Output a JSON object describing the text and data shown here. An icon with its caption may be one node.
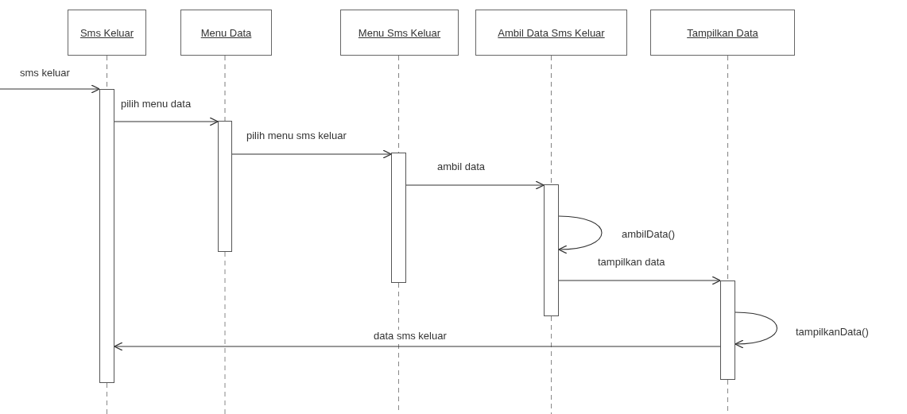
{
  "diagram": {
    "nodes": [
      {
        "text": [
          "Sms Keluar"
        ]
      },
      {
        "text": [
          "Menu Data"
        ]
      },
      {
        "text": [
          "Menu Sms Keluar"
        ]
      },
      {
        "text": [
          "Ambil Data Sms Keluar"
        ]
      },
      {
        "text": [
          "Tampilkan Data"
        ]
      },
      {
        "text": [],
        "shape": "bar"
      },
      {
        "text": [],
        "shape": "bar"
      },
      {
        "text": [],
        "shape": "bar"
      },
      {
        "text": [],
        "shape": "bar"
      },
      {
        "text": [],
        "shape": "bar"
      }
    ],
    "edges": [
      {
        "from": 0,
        "to": 5,
        "arrow": "none",
        "style": "dashed"
      },
      {
        "from": 1,
        "to": 6,
        "arrow": "none",
        "style": "dashed"
      },
      {
        "from": 2,
        "to": 7,
        "arrow": "none",
        "style": "dashed"
      },
      {
        "from": 3,
        "to": 8,
        "arrow": "none",
        "style": "dashed"
      },
      {
        "from": 4,
        "to": 9,
        "arrow": "none",
        "style": "dashed"
      },
      {
        "from": null,
        "to": 5,
        "arrow": "to",
        "label": "sms keluar"
      },
      {
        "from": 5,
        "to": 6,
        "arrow": "to",
        "label": "pilih menu data"
      },
      {
        "from": 6,
        "to": 7,
        "arrow": "to",
        "label": "pilih menu sms keluar"
      },
      {
        "from": 7,
        "to": 8,
        "arrow": "to",
        "label": "ambil data"
      },
      {
        "from": 8,
        "to": 8,
        "arrow": "to",
        "label": "ambilData()"
      },
      {
        "from": 8,
        "to": 9,
        "arrow": "to",
        "label": "tampilkan data"
      },
      {
        "from": 9,
        "to": 9,
        "arrow": "to",
        "label": "tampilkanData()"
      },
      {
        "from": 9,
        "to": 5,
        "arrow": "to",
        "label": "data sms keluar"
      }
    ]
  }
}
